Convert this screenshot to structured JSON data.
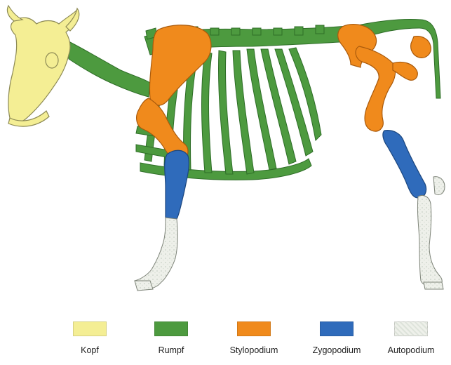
{
  "diagram": {
    "subject": "cattle skeleton, lateral view",
    "colors": {
      "kopf": "#f4ee94",
      "rumpf": "#4d9a3f",
      "stylopodium": "#f08a1c",
      "zygopodium": "#2f6bbb",
      "autopodium": "#e9ece6"
    }
  },
  "legend": [
    {
      "key": "kopf",
      "label": "Kopf"
    },
    {
      "key": "rumpf",
      "label": "Rumpf"
    },
    {
      "key": "stylopodium",
      "label": "Stylopodium"
    },
    {
      "key": "zygopodium",
      "label": "Zygopodium"
    },
    {
      "key": "autopodium",
      "label": "Autopodium"
    }
  ]
}
